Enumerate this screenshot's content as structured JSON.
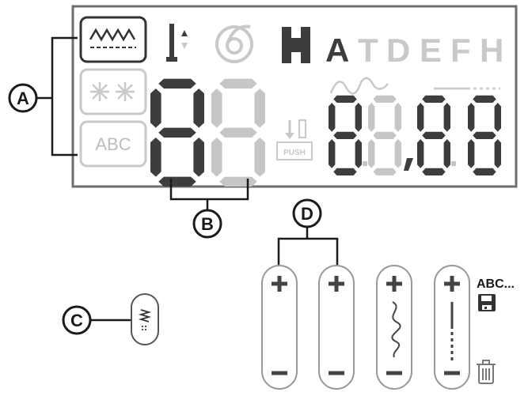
{
  "callouts": {
    "a": "A",
    "b": "B",
    "c": "C",
    "d": "D"
  },
  "lcd": {
    "mode_button_3_label": "ABC",
    "push_label": "PUSH",
    "presser_letters": [
      {
        "letter": "A",
        "active": true
      },
      {
        "letter": "T",
        "active": false
      },
      {
        "letter": "D",
        "active": false
      },
      {
        "letter": "E",
        "active": false
      },
      {
        "letter": "F",
        "active": false
      },
      {
        "letter": "H",
        "active": false
      }
    ],
    "stitch_number_digits": "8 8",
    "settings_digits": "8.8,8.8"
  },
  "buttons": {
    "plus_symbol": "+",
    "minus_symbol": "−",
    "memory_label": "ABC..."
  },
  "colors": {
    "lcd_border": "#6e6e6e",
    "segment_dark": "#3d3d3d",
    "segment_light": "#c6c6c6",
    "icon_light": "#c9c9c9",
    "ink": "#1a1a1a"
  },
  "icons": {
    "mode_1": "zigzag-stitch-icon",
    "mode_2": "decorative-stitch-icon",
    "needle": "needle-position-icon",
    "bobbin": "bobbin-winder-icon",
    "foot": "presser-foot-icon",
    "save": "save-icon",
    "delete": "trash-icon"
  }
}
